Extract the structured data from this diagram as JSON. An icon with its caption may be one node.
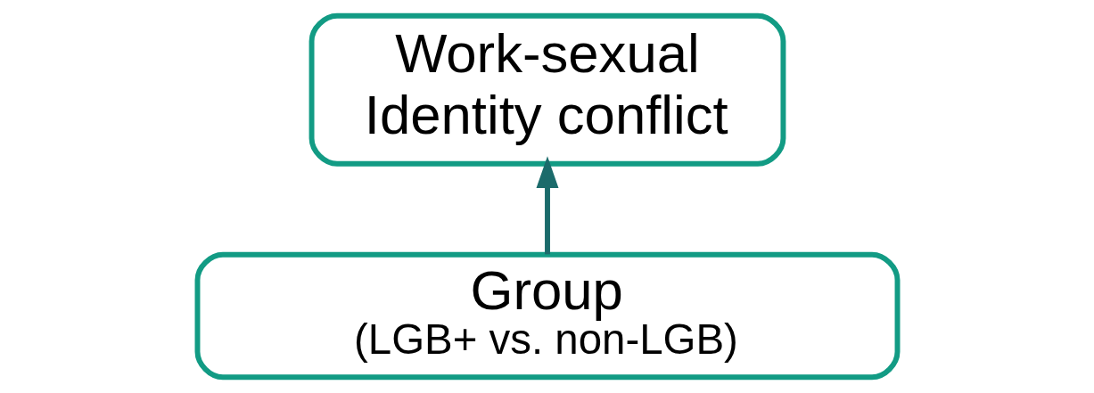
{
  "diagram": {
    "nodes": [
      {
        "text": [
          "Group",
          "(LGB+ vs. non-LGB)"
        ]
      },
      {
        "text": [
          "Work-sexual Identity conflict"
        ]
      }
    ],
    "edges": [
      {
        "from": 0,
        "to": 1,
        "arrow": "to"
      }
    ]
  }
}
